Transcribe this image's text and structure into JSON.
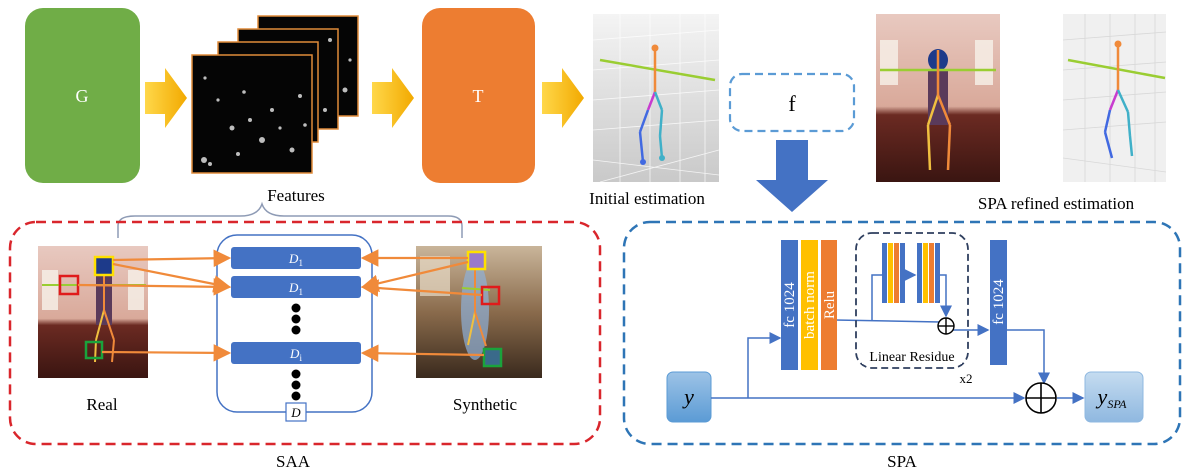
{
  "top": {
    "block_g": "G",
    "block_t": "T",
    "features_label": "Features",
    "initial_label": "Initial estimation",
    "f_label": "f",
    "refined_label": "SPA refined  estimation"
  },
  "saa": {
    "title": "SAA",
    "real_label": "Real",
    "synthetic_label": "Synthetic",
    "d1_a": "D",
    "d1_a_sub": "1",
    "d1_b": "D",
    "d1_b_sub": "1",
    "di": "D",
    "di_sub": "i",
    "d_box": "D"
  },
  "spa": {
    "title": "SPA",
    "fc_left": "fc 1024",
    "batch_norm": "batch norm",
    "relu": "Relu",
    "fc_right": "fc 1024",
    "linear_residue": "Linear Residue",
    "x2": "x2",
    "y_in": "y",
    "y_out": "y",
    "y_out_sub": "SPA"
  },
  "colors": {
    "green_block": "#70ad47",
    "orange_block": "#ed7d31",
    "blue_bar": "#4472c4",
    "yellow_bar": "#ffc000",
    "saa_border": "#d9262c",
    "spa_border": "#2e75b6",
    "arrow_gold": "#f7b500",
    "arrow_blue": "#4472c4",
    "skeleton_orange": "#f08a3a"
  }
}
